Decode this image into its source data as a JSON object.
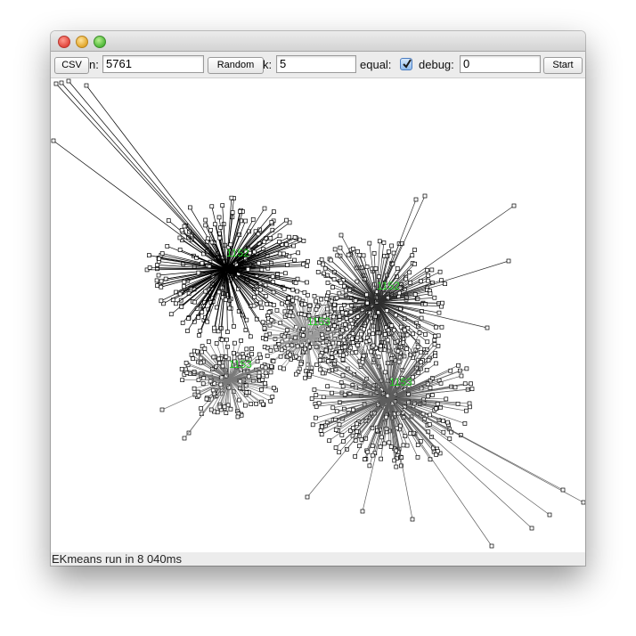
{
  "toolbar": {
    "csv_label": "CSV",
    "n_label": "n:",
    "n_value": "5761",
    "random_label": "Random",
    "k_label": "k:",
    "k_value": "5",
    "equal_label": "equal:",
    "equal_checked": true,
    "debug_label": "debug:",
    "debug_value": "0",
    "start_label": "Start"
  },
  "status": {
    "text": "EKmeans run in 8 040ms"
  },
  "clusters": [
    {
      "label": "1152",
      "shade": "#000000"
    },
    {
      "label": "1152",
      "shade": "#2e2e2e"
    },
    {
      "label": "1153",
      "shade": "#999999"
    },
    {
      "label": "1153",
      "shade": "#7a7a7a"
    },
    {
      "label": "1153",
      "shade": "#5e5e5e"
    }
  ],
  "colors": {
    "centroid_label": "#22cc22"
  }
}
